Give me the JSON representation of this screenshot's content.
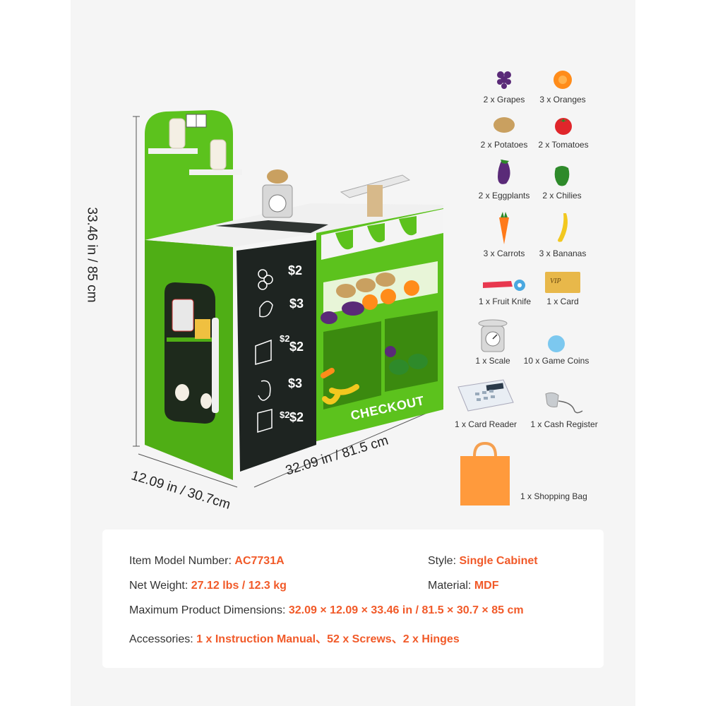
{
  "dimensions": {
    "height": "33.46 in / 85 cm",
    "depth": "12.09 in / 30.7cm",
    "width": "32.09 in / 81.5 cm"
  },
  "product": {
    "checkout_label": "CHECKOUT",
    "prices": [
      "$2",
      "$3",
      "$2",
      "$2",
      "$3",
      "$2",
      "$2"
    ]
  },
  "accessories": [
    {
      "label": "2 x Grapes",
      "icon": "grapes-icon"
    },
    {
      "label": "3 x Oranges",
      "icon": "orange-icon"
    },
    {
      "label": "2 x Potatoes",
      "icon": "potato-icon"
    },
    {
      "label": "2 x Tomatoes",
      "icon": "tomato-icon"
    },
    {
      "label": "2 x Eggplants",
      "icon": "eggplant-icon"
    },
    {
      "label": "2 x Chilies",
      "icon": "chili-icon"
    },
    {
      "label": "3 x Carrots",
      "icon": "carrot-icon"
    },
    {
      "label": "3 x Bananas",
      "icon": "banana-icon"
    },
    {
      "label": "1 x Fruit Knife",
      "icon": "fruit-knife-icon"
    },
    {
      "label": "1 x Card",
      "icon": "card-icon"
    },
    {
      "label": "1 x Scale",
      "icon": "scale-icon"
    },
    {
      "label": "10 x Game Coins",
      "icon": "coin-icon"
    },
    {
      "label": "1 x Card Reader",
      "icon": "card-reader-icon"
    },
    {
      "label": "1 x Cash Register",
      "icon": "cash-register-icon"
    },
    {
      "label": "1 x Shopping Bag",
      "icon": "shopping-bag-icon"
    }
  ],
  "specs": {
    "model": {
      "label": "Item Model Number:",
      "value": "AC7731A"
    },
    "style": {
      "label": "Style:",
      "value": "Single Cabinet"
    },
    "weight": {
      "label": "Net Weight:",
      "value": "27.12 lbs / 12.3 kg"
    },
    "material": {
      "label": "Material:",
      "value": "MDF"
    },
    "dimensions": {
      "label": "Maximum Product Dimensions:",
      "value": "32.09 × 12.09 × 33.46 in / 81.5 × 30.7 × 85 cm"
    },
    "accessories": {
      "label": "Accessories:",
      "value": "1 x Instruction Manual、52 x Screws、2 x Hinges"
    }
  },
  "colors": {
    "accent": "#f15a29",
    "cabinet_green": "#5cc21d",
    "chalkboard": "#1e2421"
  }
}
